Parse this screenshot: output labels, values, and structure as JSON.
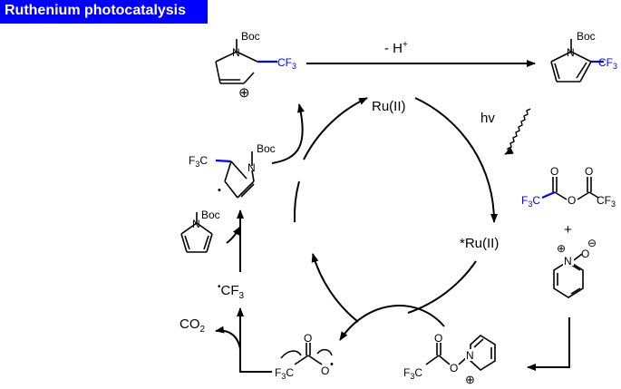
{
  "title": "Ruthenium photocatalysis",
  "colors": {
    "accent": "#0000ff",
    "ink": "#000000",
    "background": "#ffffff"
  },
  "catalyst": {
    "ground": "Ru(II)",
    "excited": "*Ru(II)",
    "light": "hv"
  },
  "top": {
    "deprotonation": "- H",
    "deprotonation_charge": "+"
  },
  "cation_intermediate": {
    "n": "N",
    "boc": "Boc",
    "cf3": "CF",
    "cf3_sub": "3",
    "charge": "⊕"
  },
  "product": {
    "n": "N",
    "boc": "Boc",
    "cf3": "CF",
    "cf3_sub": "3"
  },
  "radical_intermediate": {
    "cf3": "F",
    "cf3_sub": "3",
    "cf3_tail": "C",
    "n": "N",
    "boc": "Boc",
    "dot": "•"
  },
  "boc_pyrrole": {
    "n": "N",
    "boc": "Boc"
  },
  "cf3_radical": {
    "dot": "•",
    "main": "CF",
    "sub": "3"
  },
  "co2": {
    "main": "CO",
    "sub": "2"
  },
  "acyloxy_radical": {
    "f3c": "F",
    "f3c_sub": "3",
    "f3c_tail": "C",
    "o_top": "O",
    "o_rad": "O",
    "dot": "•"
  },
  "anhydride": {
    "f3c": "F",
    "f3c_sub": "3",
    "f3c_tail": "C",
    "o_bridge": "O",
    "o_left": "O",
    "o_right": "O",
    "cf3_right": "CF",
    "cf3_right_sub": "3"
  },
  "plus": "+",
  "pyridine_n_oxide": {
    "n": "N",
    "n_charge": "⊕",
    "o": "O",
    "o_charge": "⊖"
  },
  "adduct": {
    "f3c": "F",
    "f3c_sub": "3",
    "f3c_tail": "C",
    "o_top": "O",
    "o_link": "O",
    "n": "N",
    "n_charge": "⊕"
  }
}
